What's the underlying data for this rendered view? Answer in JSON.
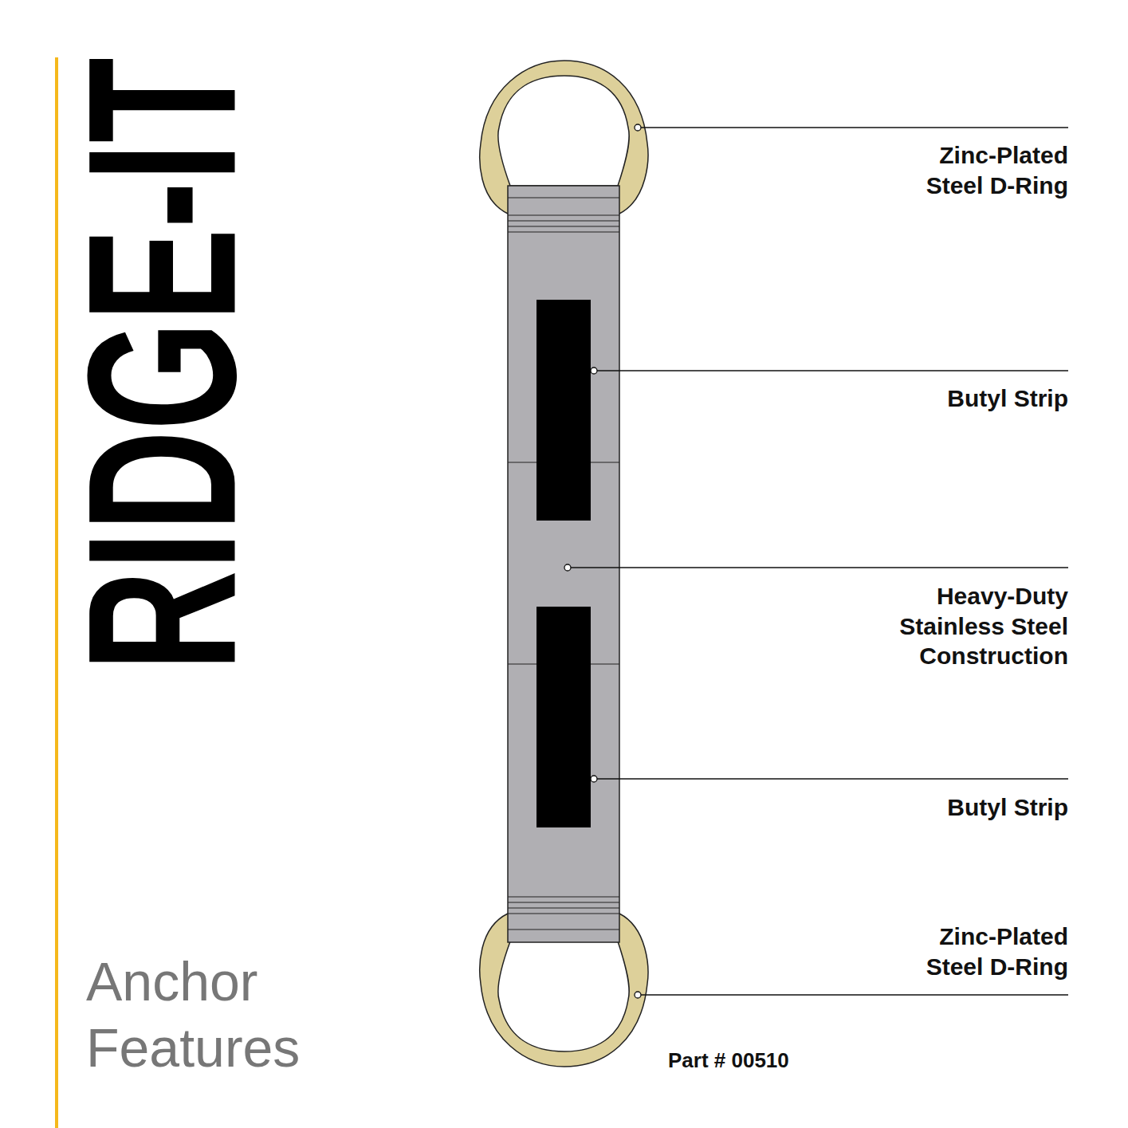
{
  "diagram": {
    "title": "RIDGE-IT",
    "caption": "Anchor Features",
    "labels": [
      "Zinc-Plated Steel D-Ring",
      "Butyl Strip",
      "Heavy-Duty Stainless Steel Construction",
      "Butyl Strip",
      "Zinc-Plated Steel D-Ring",
      "Part # 00510"
    ]
  }
}
